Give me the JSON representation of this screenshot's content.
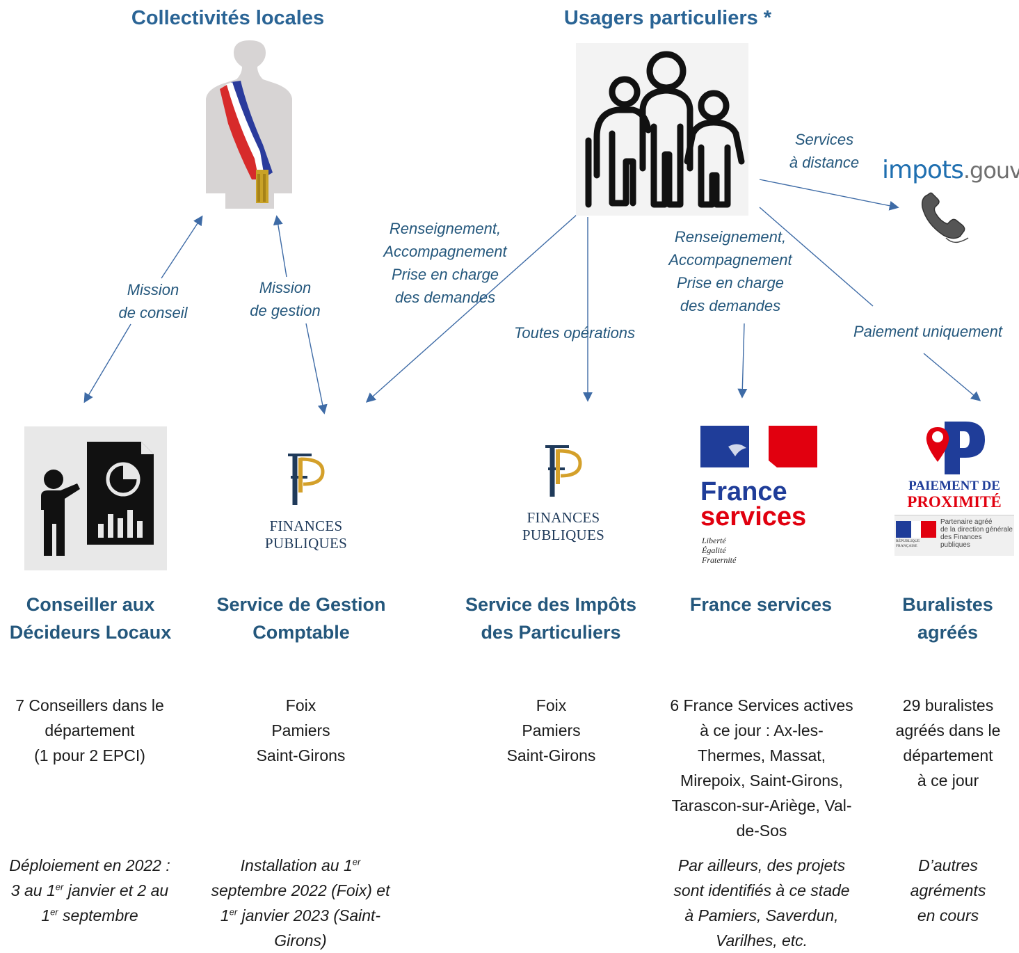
{
  "headers": {
    "left": "Collectivités locales",
    "right": "Usagers particuliers *"
  },
  "remote": {
    "label_line1": "Services",
    "label_line2": "à distance",
    "site": "impots.gouv.fr",
    "site_main": "impots",
    "site_tld": ".gouv.fr"
  },
  "labels": {
    "mission_conseil": [
      "Mission",
      "de conseil"
    ],
    "mission_gestion": [
      "Mission",
      "de gestion"
    ],
    "renseignement_left": [
      "Renseignement,",
      "Accompagnement",
      "Prise en charge",
      "des demandes"
    ],
    "renseignement_right": [
      "Renseignement,",
      "Accompagnement",
      "Prise en charge",
      "des demandes"
    ],
    "toutes_operations": "Toutes opérations",
    "paiement_uniquement": "Paiement uniquement"
  },
  "logos": {
    "fp_text": "FINANCES PUBLIQUES",
    "france_services": [
      "France",
      "services"
    ],
    "motto": [
      "Liberté",
      "Égalité",
      "Fraternité"
    ],
    "paiement": [
      "PAIEMENT DE",
      "PROXIMITÉ"
    ],
    "paiement_partner": [
      "Partenaire agréé",
      "de la direction générale",
      "des Finances publiques"
    ],
    "republique": "RÉPUBLIQUE FRANÇAISE"
  },
  "services": [
    {
      "name": [
        "Conseiller aux",
        "Décideurs Locaux"
      ],
      "desc": [
        "7 Conseillers dans le",
        "département",
        "(1 pour 2 EPCI)"
      ],
      "note": [
        "Déploiement en 2022 :",
        "3 au 1",
        "er",
        " janvier et 2 au",
        "1",
        "er",
        " septembre"
      ]
    },
    {
      "name": [
        "Service de Gestion",
        "Comptable"
      ],
      "desc": [
        "Foix",
        "Pamiers",
        "Saint-Girons"
      ],
      "note": [
        "Installation au 1",
        "er",
        "septembre 2022 (Foix) et",
        "1",
        "er",
        " janvier 2023 (Saint-",
        "Girons)"
      ]
    },
    {
      "name": [
        "Service des Impôts",
        "des Particuliers"
      ],
      "desc": [
        "Foix",
        "Pamiers",
        "Saint-Girons"
      ]
    },
    {
      "name": [
        "France services"
      ],
      "desc": [
        "6 France Services actives",
        "à ce jour : Ax-les-",
        "Thermes, Massat,",
        "Mirepoix, Saint-Girons,",
        "Tarascon-sur-Ariège, Val-",
        "de-Sos"
      ],
      "note": [
        "Par ailleurs, des projets",
        "sont identifiés à ce stade",
        "à Pamiers, Saverdun,",
        "Varilhes, etc."
      ]
    },
    {
      "name": [
        "Buralistes",
        "agréés"
      ],
      "desc": [
        "29 buralistes",
        "agréés dans le",
        "département",
        "à ce jour"
      ],
      "note": [
        "D’autres",
        "agréments",
        "en cours"
      ]
    }
  ],
  "colors": {
    "header_blue": "#2a6495",
    "label_blue": "#24577c",
    "arrow": "#3e6ba6",
    "french_blue": "#1f3d99",
    "french_red": "#e1000f"
  }
}
